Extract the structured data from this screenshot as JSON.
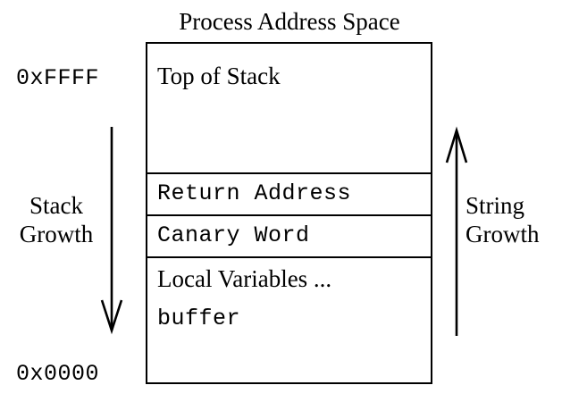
{
  "diagram": {
    "title": "Process Address Space",
    "addresses": {
      "high": "0xFFFF",
      "low": "0x0000"
    },
    "segments": [
      {
        "id": "top-of-stack",
        "label": "Top of Stack",
        "font": "serif"
      },
      {
        "id": "return-address",
        "label": "Return Address",
        "font": "mono"
      },
      {
        "id": "canary-word",
        "label": "Canary Word",
        "font": "mono"
      },
      {
        "id": "local-variables",
        "label": "Local Variables ...",
        "font": "serif"
      },
      {
        "id": "buffer",
        "label": "buffer",
        "font": "mono"
      }
    ],
    "annotations": {
      "stack_growth": {
        "line1": "Stack",
        "line2": "Growth",
        "direction": "down",
        "arrow_icon": "arrow-down-icon"
      },
      "string_growth": {
        "line1": "String",
        "line2": "Growth",
        "direction": "up",
        "arrow_icon": "arrow-up-icon"
      }
    },
    "colors": {
      "stroke": "#000000",
      "background": "#ffffff",
      "text": "#000000"
    }
  }
}
